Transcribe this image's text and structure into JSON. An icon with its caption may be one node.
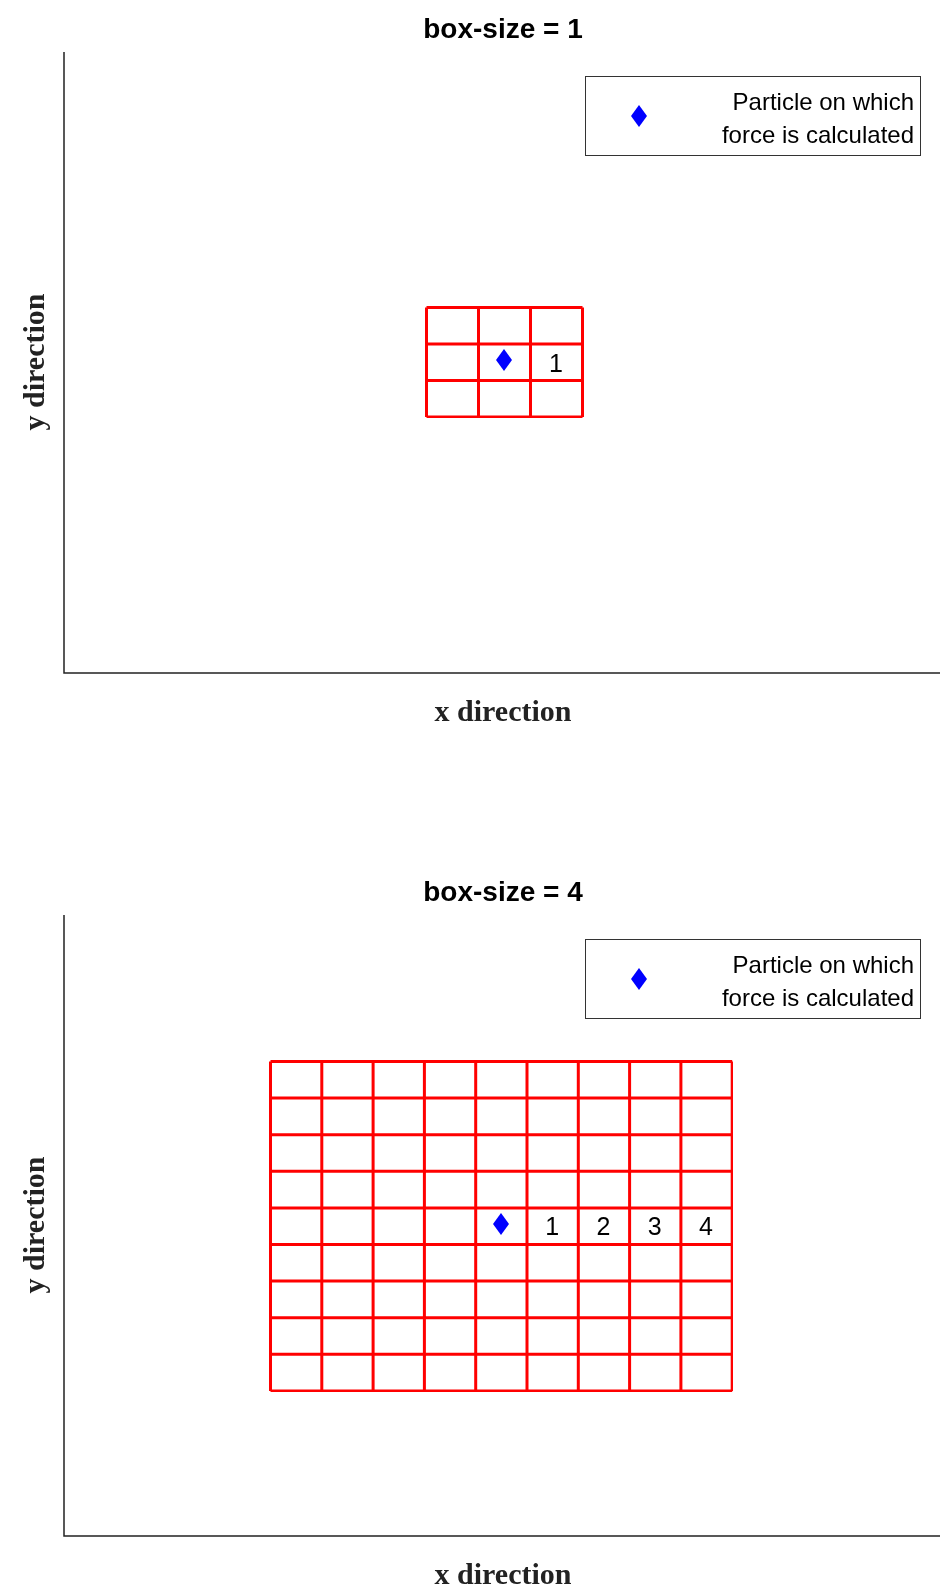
{
  "diagram": {
    "labels": [
      "box-size = 1",
      "1",
      "y direction",
      "x direction",
      "box-size = 4",
      "1",
      "2",
      "3",
      "4",
      "y direction",
      "x direction"
    ],
    "legend": [
      {
        "text": "Particle on which force is calculated"
      },
      {
        "text": "Particle on which force is calculated"
      }
    ]
  }
}
